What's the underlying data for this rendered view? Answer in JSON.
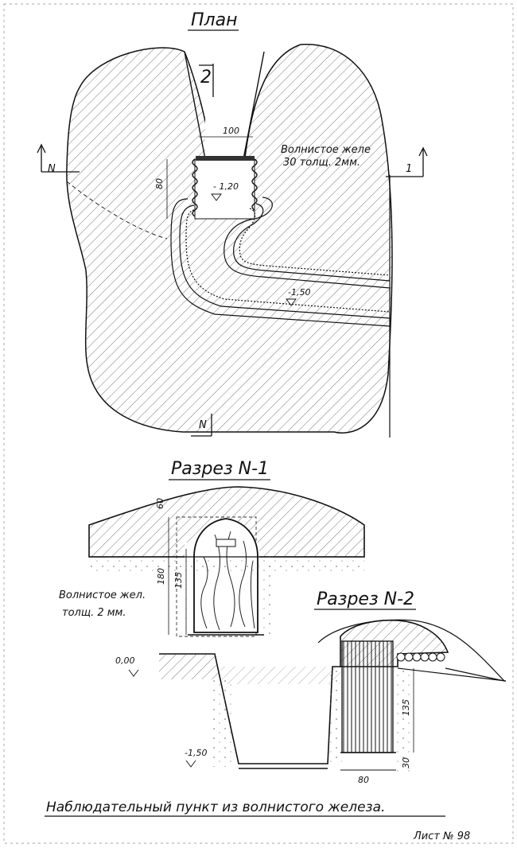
{
  "plan": {
    "title": "План",
    "section_mark_2": "2",
    "marker_left": "N",
    "marker_right": "1",
    "marker_bottom": "N",
    "dim_width": "100",
    "dim_depth": "80",
    "elev_room": "- 1,20",
    "elev_trench": "-1,50",
    "note": "Волнистое желе\n30 толщ. 2мм."
  },
  "section_1": {
    "title": "Разрез N-1",
    "dim_top": "60",
    "dim_height": "180",
    "dim_door": "135",
    "note": "Волнистое жел.\nтолщ. 2 мм."
  },
  "section_2": {
    "title": "Разрез N-2",
    "elev_top": "0,00",
    "elev_bottom": "-1,50",
    "dim_height": "135",
    "dim_base": "30",
    "dim_width": "80"
  },
  "caption": "Наблюдательный пункт из волнистого железа.",
  "sheet_number": "Лист № 98"
}
